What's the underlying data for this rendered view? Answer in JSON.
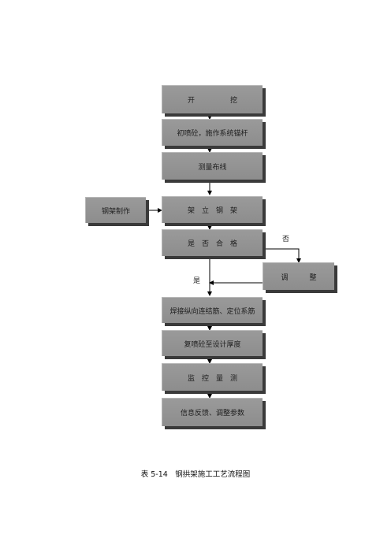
{
  "steps": {
    "excavate": "开　　　　　挖",
    "initial_spray": "初喷砼，施作系统锚杆",
    "survey": "测量布线",
    "erect": "架　立　钢　架",
    "check": "是　否　合　格",
    "weld": "焊接纵向连结筋、定位系筋",
    "respray": "复喷砼至设计厚度",
    "monitor": "监　控　量　测",
    "feedback": "信息反馈、调整参数"
  },
  "side": {
    "fabricate": "钢架制作",
    "adjust": "调　　　整"
  },
  "labels": {
    "no": "否",
    "yes": "是"
  },
  "caption": "表 5-14　钢拱架施工工艺流程图"
}
